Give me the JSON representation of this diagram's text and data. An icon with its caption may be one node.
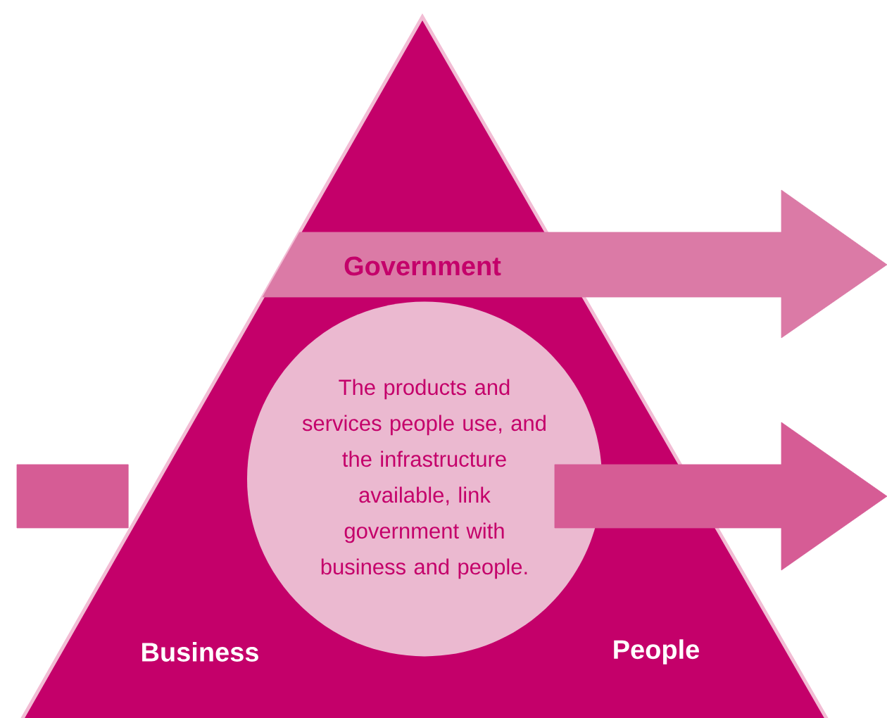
{
  "diagram": {
    "nodes": [
      {
        "text": [
          "Business",
          "People"
        ]
      },
      {
        "text": [
          "Government"
        ]
      },
      {
        "text": [
          "The products and services people use, and the infrastructure available, link government with business and people."
        ],
        "in": 0
      }
    ],
    "edges": [
      {
        "from": null,
        "to": 0,
        "arrow": "none"
      },
      {
        "from": 2,
        "to": null,
        "arrow": "to"
      }
    ]
  }
}
